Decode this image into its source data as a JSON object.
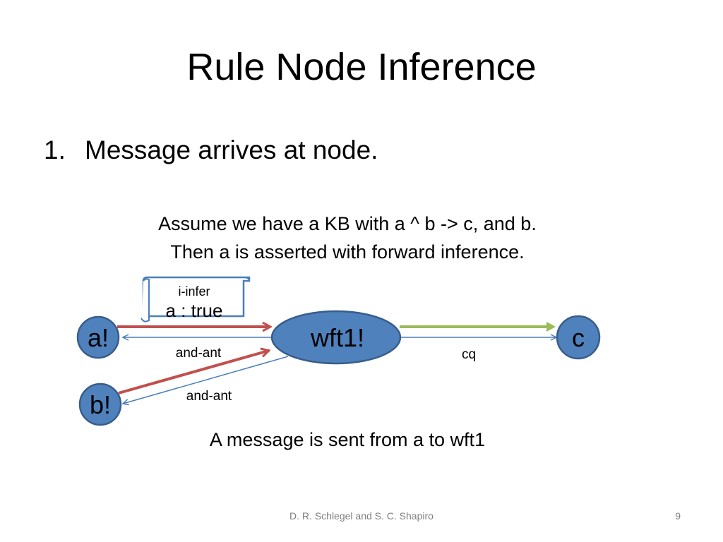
{
  "slide": {
    "title": "Rule Node Inference",
    "bullet": {
      "number": "1.",
      "text": "Message arrives at node."
    },
    "description": [
      "Assume we have a KB with a ^ b -> c, and b.",
      "Then a is asserted with forward inference."
    ],
    "caption": "A message is sent from a to wft1",
    "footer": "D. R. Schlegel and S. C. Shapiro",
    "page_number": "9"
  },
  "diagram": {
    "nodes": {
      "a": "a!",
      "b": "b!",
      "wft1": "wft1!",
      "c": "c"
    },
    "edges": {
      "a_wft1": "and-ant",
      "b_wft1": "and-ant",
      "wft1_c": "cq"
    },
    "message": {
      "type": "i-infer",
      "content": "a : true"
    },
    "colors": {
      "node_fill": "#4f81bd",
      "node_stroke": "#385d8a",
      "structural_edge": "#4a7ebb",
      "message_arrow_red": "#c0504d",
      "message_arrow_green": "#9bbb59",
      "scroll_border": "#4a7ebb"
    }
  }
}
